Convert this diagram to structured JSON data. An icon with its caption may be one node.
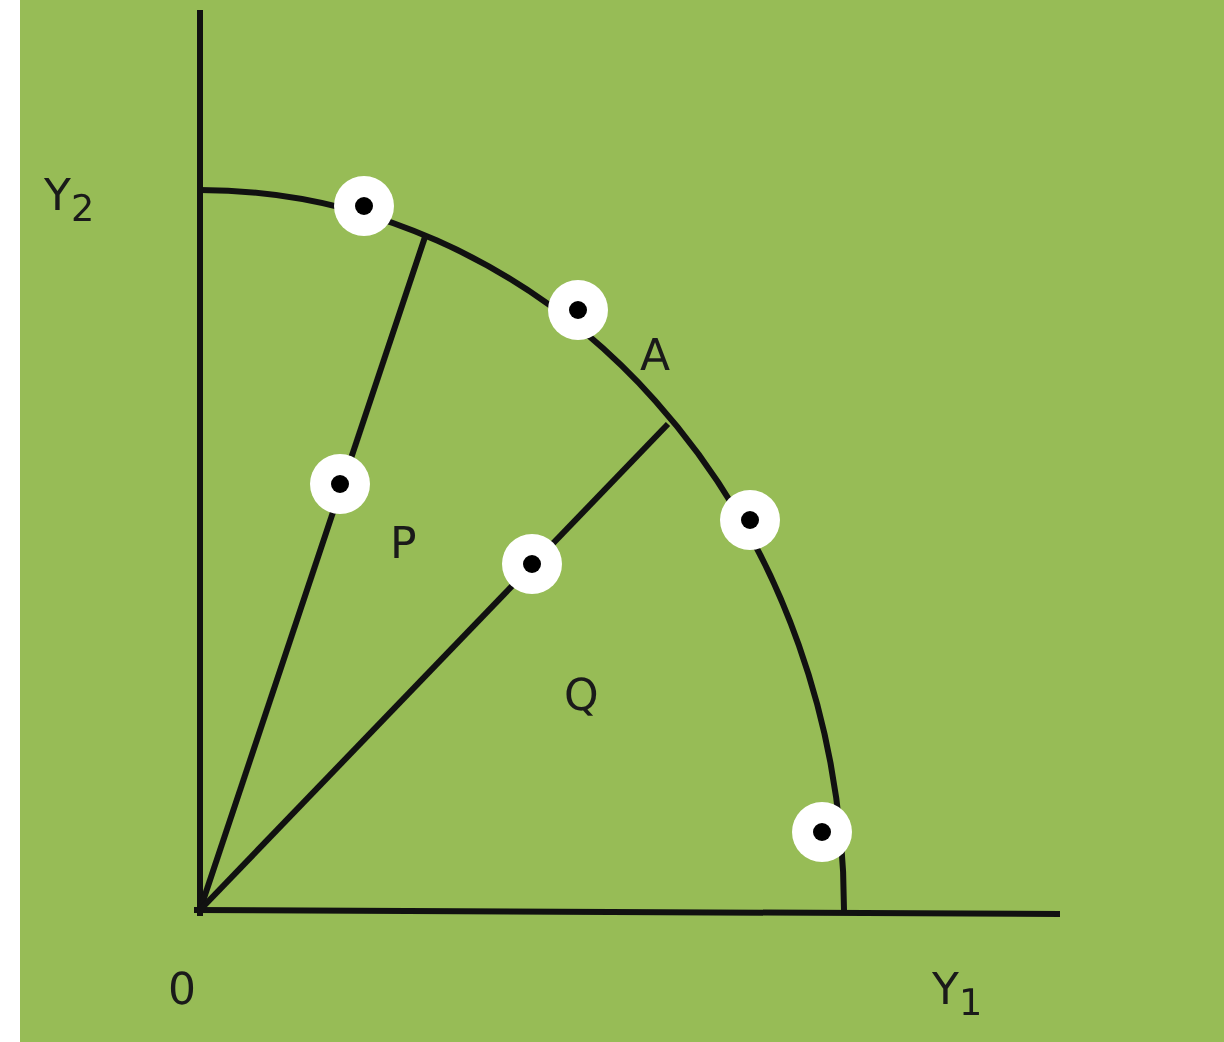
{
  "diagram": {
    "labels": [
      "Y$_{2}$",
      "A",
      "P",
      "Q",
      "0",
      "Y$_{1}$"
    ]
  }
}
